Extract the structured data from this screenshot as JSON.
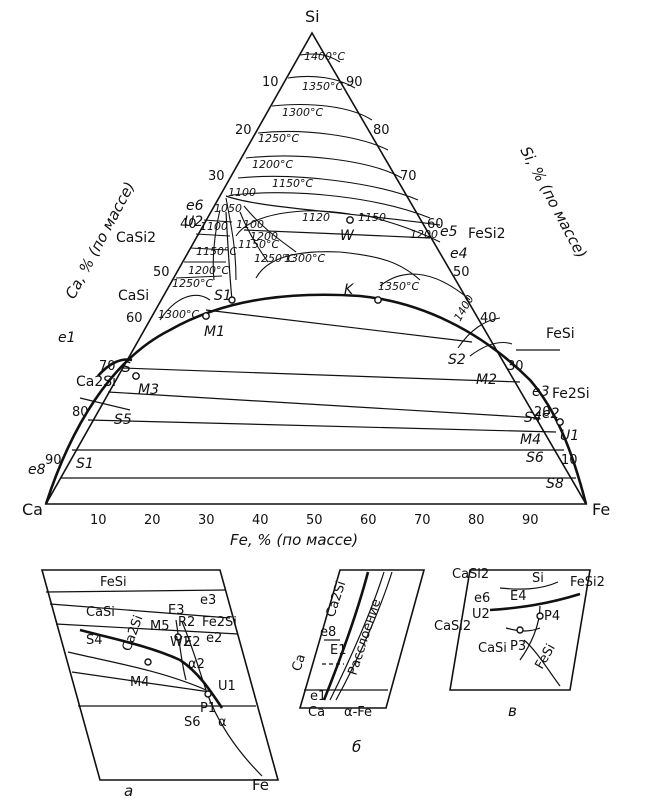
{
  "main": {
    "vertex_si": "Si",
    "vertex_ca": "Ca",
    "vertex_fe": "Fe",
    "axis_fe_label": "Fe, % (по массе)",
    "axis_ca_label": "Ca, % (по массе)",
    "axis_si_label": "Si, % (по массе)",
    "bottom_ticks": [
      "10",
      "20",
      "30",
      "40",
      "50",
      "60",
      "70",
      "80",
      "90"
    ],
    "left_ticks": [
      "10",
      "20",
      "30",
      "40",
      "50",
      "60",
      "70",
      "80",
      "90"
    ],
    "right_ticks": [
      "90",
      "80",
      "70",
      "60",
      "50",
      "40",
      "30",
      "20",
      "10"
    ],
    "isotherms": [
      "1400°C",
      "1350°C",
      "1300°C",
      "1250°C",
      "1200°C",
      "1150°C",
      "1100",
      "1050",
      "1100",
      "1150°C",
      "1200°C",
      "1250°C",
      "1300°C",
      "1100",
      "1150°C",
      "1200",
      "1250°C",
      "1120",
      "1150",
      "1200",
      "1300°C",
      "1350°C",
      "1400"
    ],
    "phases": [
      "CaSi2",
      "CaSi",
      "Ca2Si",
      "FeSi2",
      "FeSi",
      "Fe2Si"
    ],
    "points": [
      "e6",
      "U2",
      "S1",
      "M1",
      "e1",
      "S",
      "M3",
      "S5",
      "S1",
      "e8",
      "W",
      "e5",
      "e4",
      "K",
      "S2",
      "M2",
      "e3",
      "e2",
      "S4",
      "U1",
      "M4",
      "S6",
      "S8"
    ]
  },
  "inset_a": {
    "caption": "а",
    "vertex_fe": "Fe",
    "labels": [
      "FeSi",
      "CaSi",
      "Ca2Si",
      "E3",
      "e3",
      "Fe2Si",
      "M5",
      "R2",
      "W2",
      "E2",
      "e2",
      "α2",
      "S4",
      "M4",
      "U1",
      "P1",
      "S6",
      "α"
    ]
  },
  "inset_b": {
    "caption": "б",
    "labels": [
      "Ca2Si",
      "e8",
      "E1",
      "Расслоение",
      "Ca",
      "e1",
      "Ca",
      "α-Fe"
    ]
  },
  "inset_v": {
    "caption": "в",
    "labels": [
      "CaSi2",
      "Si",
      "FeSi2",
      "e6",
      "E4",
      "U2",
      "P4",
      "CaSi2",
      "P3",
      "FeSi",
      "CaSi"
    ]
  }
}
